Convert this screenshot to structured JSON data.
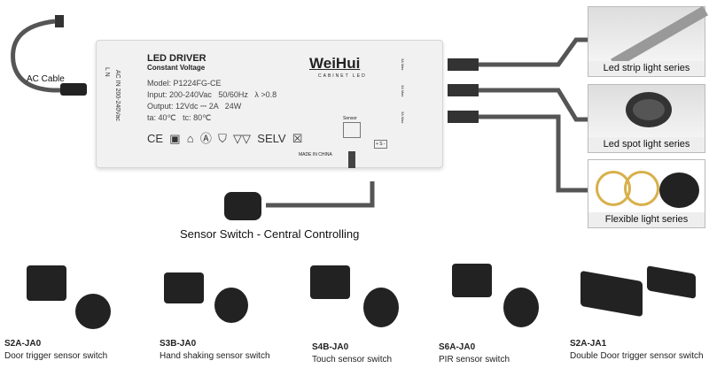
{
  "ac_cable_label": "AC Cable",
  "driver": {
    "title": "LED DRIVER",
    "subtitle": "Constant Voltage",
    "brand": "WeiHui",
    "brand_sub": "CABINET LED",
    "model": "Model: P1224FG-CE",
    "input": "Input: 200-240Vac   50/60Hz   λ >0.8",
    "output": "Output: 12Vdc ⎓ 2A   24W",
    "temps": "ta: 40℃   tc: 80℃",
    "certs": "CE  ▣  ⌂  Ⓐ  ⛉  ▽▽  SELV  ☒",
    "ac_in": "AC IN 200-240Vac",
    "ac_pins": "L        N",
    "sensor_label": "Sensor",
    "sensor_pins": "+ S -",
    "made_in": "MADE IN CHINA",
    "port_label": "3A Max"
  },
  "panels": [
    {
      "label": "Led strip light series"
    },
    {
      "label": "Led spot light series"
    },
    {
      "label": "Flexible light series"
    }
  ],
  "sensor_switch_label": "Sensor Switch - Central Controlling",
  "products": [
    {
      "code": "S2A-JA0",
      "desc": "Door trigger sensor switch"
    },
    {
      "code": "S3B-JA0",
      "desc": "Hand shaking sensor switch"
    },
    {
      "code": "S4B-JA0",
      "desc": "Touch sensor switch"
    },
    {
      "code": "S6A-JA0",
      "desc": "PIR sensor switch"
    },
    {
      "code": "S2A-JA1",
      "desc": "Double Door trigger sensor switch"
    }
  ]
}
